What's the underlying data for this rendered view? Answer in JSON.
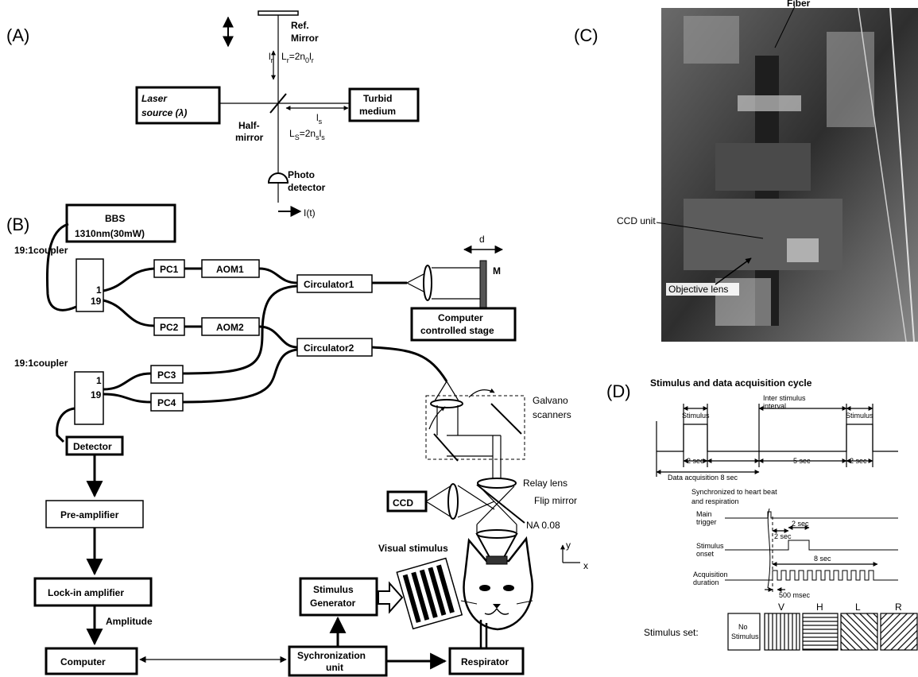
{
  "panels": {
    "a": "(A)",
    "b": "(B)",
    "c": "(C)",
    "d": "(D)"
  },
  "panel_a": {
    "ref_mirror_1": "Ref.",
    "ref_mirror_2": "Mirror",
    "lr": "l",
    "lr_sub": "r",
    "Lr_eq": "L",
    "Lr_eq_sub": "r",
    "Lr_eq_rest": "=2n",
    "Lr_eq_sub2": "0",
    "Lr_eq_end": "l",
    "Lr_eq_sub3": "r",
    "laser_1": "Laser",
    "laser_2": "source (λ)",
    "turbid_1": "Turbid",
    "turbid_2": "medium",
    "half_1": "Half-",
    "half_2": "mirror",
    "ls": "l",
    "ls_sub": "s",
    "Ls_eq": "L",
    "Ls_eq_sub": "S",
    "Ls_eq_rest": "=2n",
    "Ls_eq_sub2": "s",
    "Ls_eq_end": "l",
    "Ls_eq_sub3": "s",
    "photo_1": "Photo",
    "photo_2": "detector",
    "signal": "I(t)"
  },
  "panel_b": {
    "bbs_1": "BBS",
    "bbs_2": "1310nm(30mW)",
    "coupler1": "19:1coupler",
    "coupler2": "19:1coupler",
    "port1": "1",
    "port19": "19",
    "pc1": "PC1",
    "pc2": "PC2",
    "pc3": "PC3",
    "pc4": "PC4",
    "aom1": "AOM1",
    "aom2": "AOM2",
    "circ1": "Circulator1",
    "circ2": "Circulator2",
    "d": "d",
    "m": "M",
    "stage_1": "Computer",
    "stage_2": "controlled stage",
    "galvo_1": "Galvano",
    "galvo_2": "scanners",
    "relay": "Relay lens",
    "ccd": "CCD",
    "flip": "Flip mirror",
    "na": "NA 0.08",
    "visual": "Visual stimulus",
    "axis_y": "y",
    "axis_x": "x",
    "detector": "Detector",
    "preamp": "Pre-amplifier",
    "lockin": "Lock-in amplifier",
    "amplitude": "Amplitude",
    "computer": "Computer",
    "stimgen_1": "Stimulus",
    "stimgen_2": "Generator",
    "sync_1": "Sychronization",
    "sync_2": "unit",
    "respirator": "Respirator"
  },
  "panel_c": {
    "fiber": "Fiber",
    "ccd_unit": "CCD unit",
    "objective": "Objective lens"
  },
  "panel_d": {
    "title": "Stimulus and data acquisition cycle",
    "stim_a": "Stimulus",
    "interval_1": "Inter stimulus",
    "interval_2": "interval",
    "stim_b": "Stimulus",
    "sec2a": "2 sec",
    "sec5": "5 sec",
    "sec2b": "2 sec",
    "acq": "Data acquisition   8 sec",
    "sync_1": "Synchronized to heart beat",
    "sync_2": "and respiration",
    "main_1": "Main",
    "main_2": "trigger",
    "onset_1": "Stimulus",
    "onset_2": "onset",
    "acqdur_1": "Acquisition",
    "acqdur_2": "duration",
    "t_2a": "2 sec",
    "t_2b": "2 sec",
    "t_8": "8 sec",
    "t_500": "500 msec",
    "set_label": "Stimulus set:",
    "no_stim_1": "No",
    "no_stim_2": "Stimulus",
    "v": "V",
    "h": "H",
    "l": "L",
    "r": "R"
  }
}
